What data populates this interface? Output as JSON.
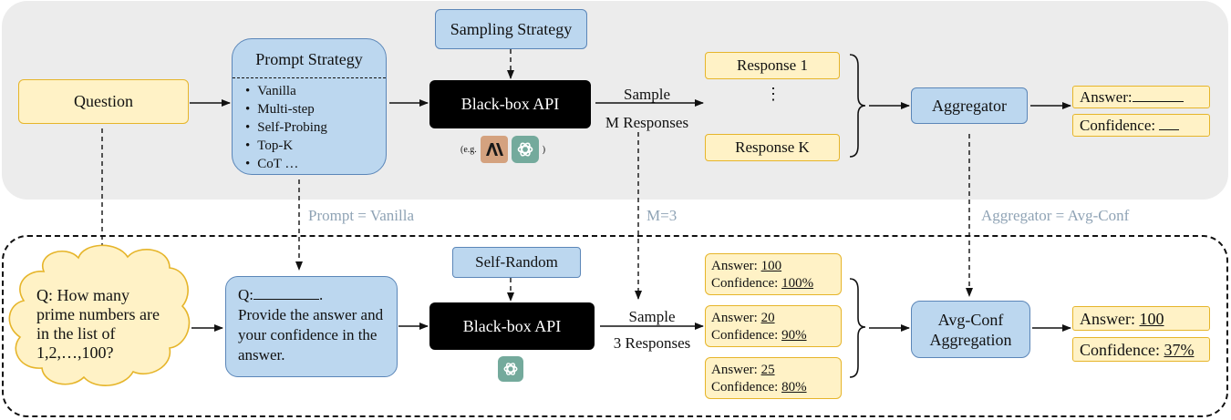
{
  "top": {
    "question": "Question",
    "prompt_strategy": {
      "title": "Prompt Strategy",
      "items": [
        "Vanilla",
        "Multi-step",
        "Self-Probing",
        "Top-K",
        "CoT …"
      ]
    },
    "sampling_strategy": "Sampling Strategy",
    "api": "Black-box API",
    "api_examples_prefix": "(e.g.",
    "api_examples_suffix": ")",
    "sample_line1": "Sample",
    "sample_line2": "M Responses",
    "response_1": "Response 1",
    "vdots": "⋮",
    "response_k": "Response K",
    "aggregator": "Aggregator",
    "answer_label": "Answer:",
    "confidence_label": "Confidence:"
  },
  "mid": {
    "prompt_label": "Prompt = Vanilla",
    "m_label": "M=3",
    "aggregator_label": "Aggregator = Avg-Conf"
  },
  "bottom": {
    "question_cloud": "Q: How many prime numbers are in the list of 1,2,…,100?",
    "prompt_q_prefix": "Q:",
    "prompt_q_suffix": ".",
    "prompt_text": "Provide the answer and your confidence in the answer.",
    "self_random": "Self-Random",
    "api": "Black-box API",
    "sample_line1": "Sample",
    "sample_line2": "3 Responses",
    "responses": [
      {
        "answer_label": "Answer:",
        "answer": "100",
        "conf_label": "Confidence:",
        "conf": "100%"
      },
      {
        "answer_label": "Answer:",
        "answer": "20",
        "conf_label": "Confidence:",
        "conf": "90%"
      },
      {
        "answer_label": "Answer:",
        "answer": "25",
        "conf_label": "Confidence:",
        "conf": "80%"
      }
    ],
    "aggregation": "Avg-Conf Aggregation",
    "final_answer_label": "Answer:",
    "final_answer": "100",
    "final_conf_label": "Confidence:",
    "final_conf": "37%"
  },
  "icons": [
    "anthropic-logo-icon",
    "openai-logo-icon"
  ],
  "colors": {
    "yellow_fill": "#fff2c6",
    "yellow_border": "#e6b52a",
    "blue_fill": "#bcd7ef",
    "blue_border": "#5b86b8",
    "panel_gray": "#ececec",
    "label_gray": "#8fa3b5",
    "anthropic_tan": "#d4a27f",
    "openai_green": "#74aa9c"
  }
}
